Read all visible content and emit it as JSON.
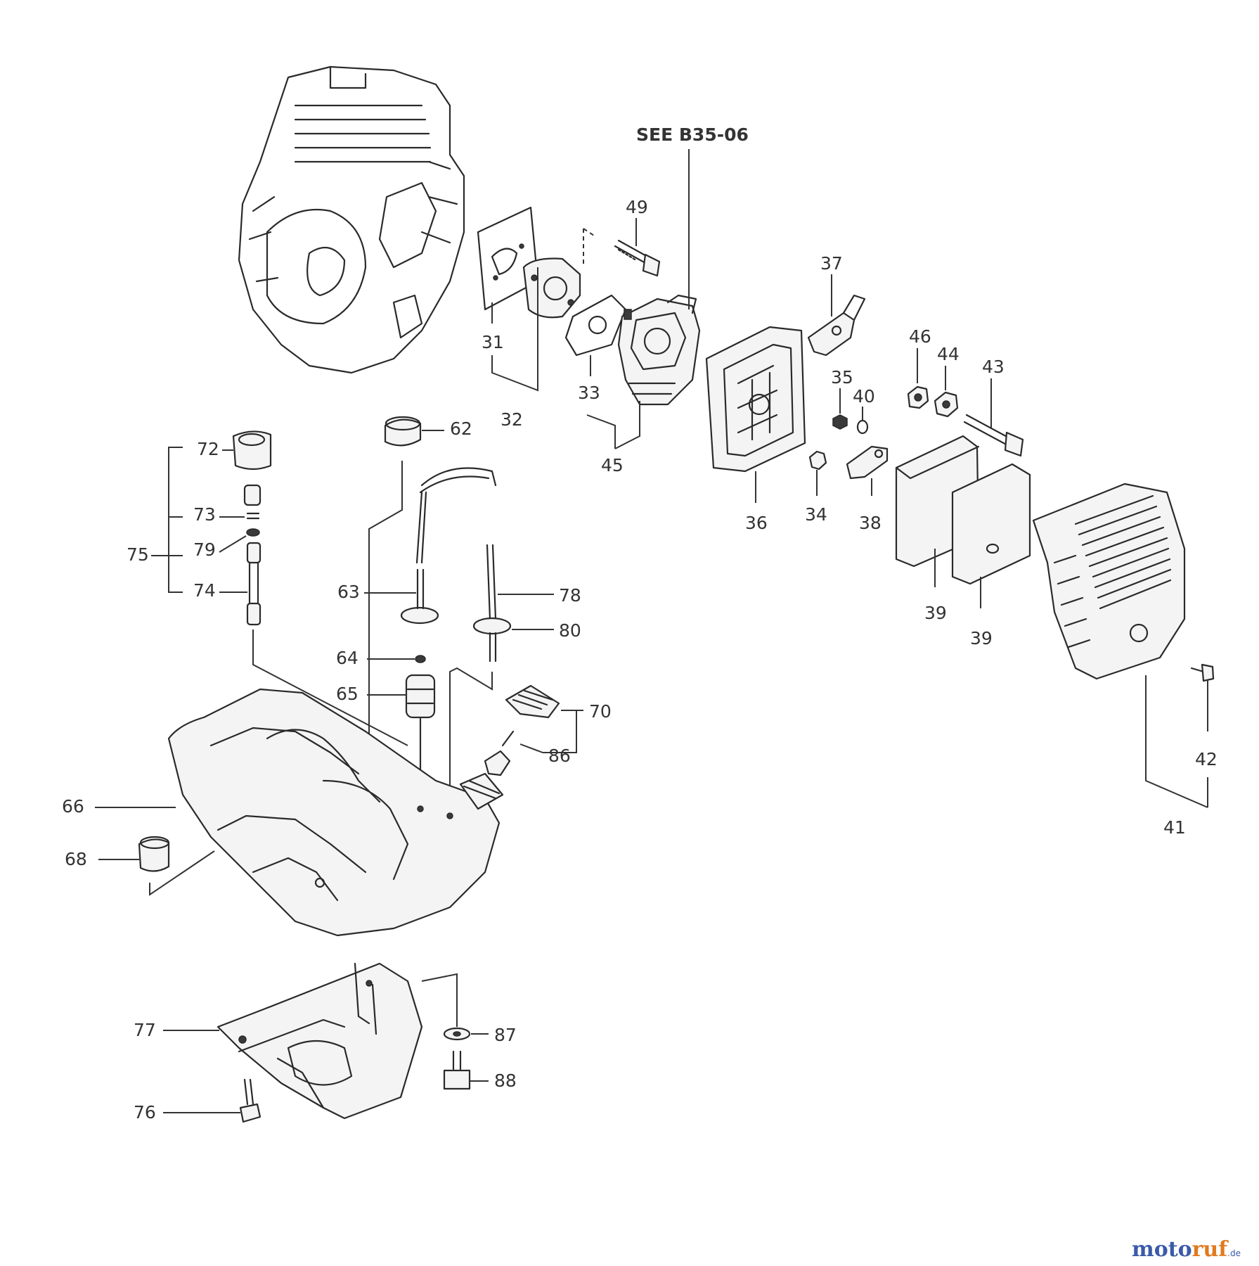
{
  "diagram": {
    "reference_note": "SEE B35-06",
    "part_numbers": {
      "p31": "31",
      "p32": "32",
      "p33": "33",
      "p34": "34",
      "p35": "35",
      "p36": "36",
      "p37": "37",
      "p38": "38",
      "p39a": "39",
      "p39b": "39",
      "p40": "40",
      "p41": "41",
      "p42": "42",
      "p43": "43",
      "p44": "44",
      "p45": "45",
      "p46": "46",
      "p49": "49",
      "p62": "62",
      "p63": "63",
      "p64": "64",
      "p65": "65",
      "p66": "66",
      "p68": "68",
      "p70": "70",
      "p72": "72",
      "p73": "73",
      "p74": "74",
      "p75": "75",
      "p76": "76",
      "p77": "77",
      "p78": "78",
      "p79": "79",
      "p80": "80",
      "p86": "86",
      "p87": "87",
      "p88": "88"
    }
  },
  "watermark": {
    "part1": "moto",
    "part2": "ruf",
    "suffix": ".de"
  }
}
